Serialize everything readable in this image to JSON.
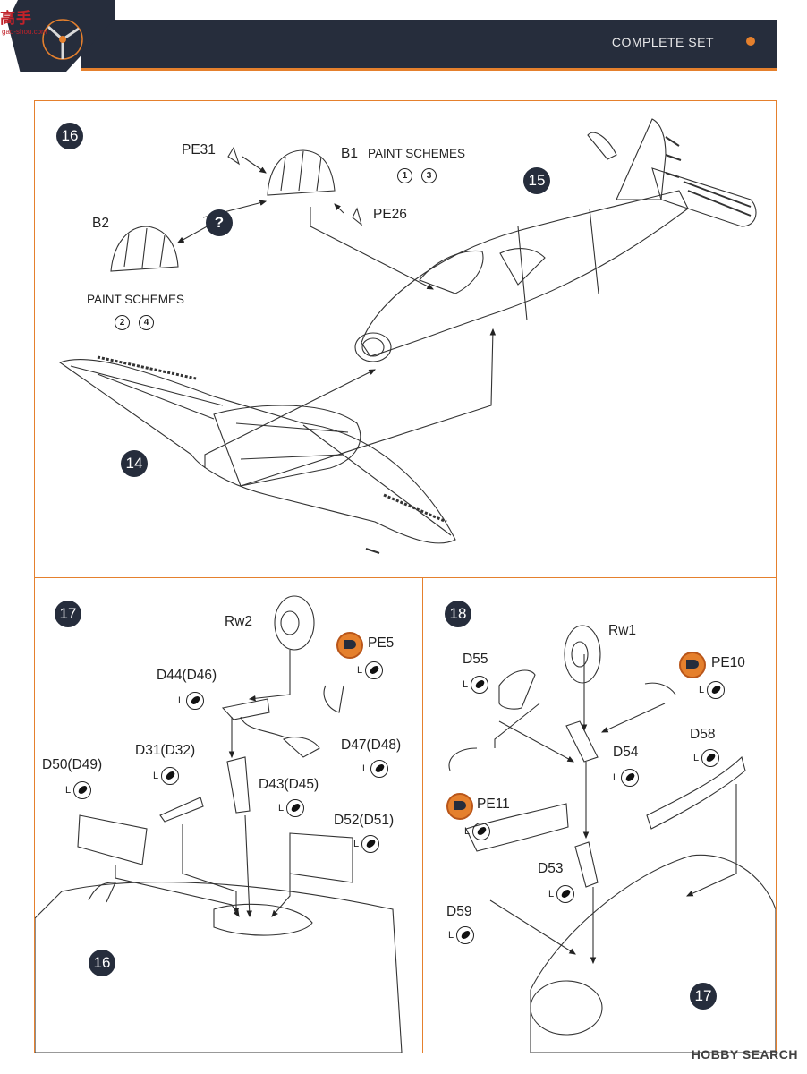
{
  "header": {
    "title": "COMPLETE SET",
    "logo_text": "高手",
    "logo_sub": "gao-shou.com",
    "accent": "#e5802d",
    "band_color": "#262d3c"
  },
  "panel16": {
    "step": "16",
    "sub_step_a": "15",
    "sub_step_b": "14",
    "labels": {
      "pe31": "PE31",
      "b1": "B1",
      "pe26": "PE26",
      "b2": "B2",
      "question": "?",
      "paint_schemes_top": "PAINT SCHEMES",
      "paint_schemes_left": "PAINT SCHEMES"
    },
    "schemes_top": [
      "1",
      "3"
    ],
    "schemes_left": [
      "2",
      "4"
    ]
  },
  "panel17": {
    "step": "17",
    "ref_step": "16",
    "glue_letter": "L",
    "labels": {
      "rw2": "Rw2",
      "pe5": "PE5",
      "d44": "D44(D46)",
      "d31": "D31(D32)",
      "d47": "D47(D48)",
      "d50": "D50(D49)",
      "d43": "D43(D45)",
      "d52": "D52(D51)"
    }
  },
  "panel18": {
    "step": "18",
    "ref_step": "17",
    "glue_letter": "L",
    "labels": {
      "rw1": "Rw1",
      "pe10": "PE10",
      "d55": "D55",
      "d54": "D54",
      "d58": "D58",
      "pe11": "PE11",
      "d53": "D53",
      "d59": "D59"
    }
  },
  "watermark": "HOBBY SEARCH"
}
